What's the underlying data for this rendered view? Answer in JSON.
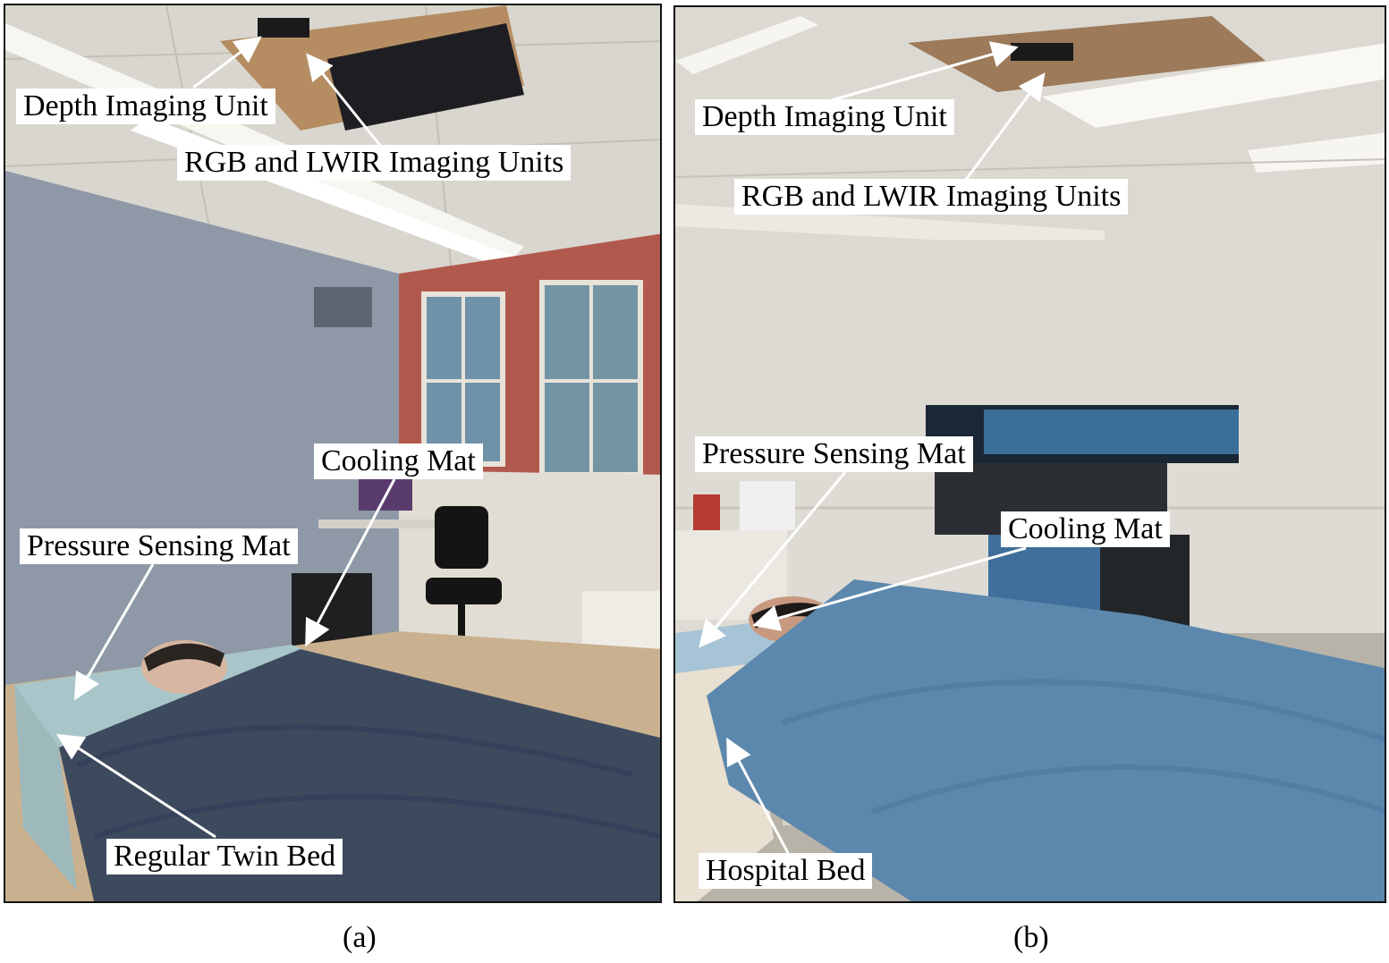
{
  "panels": [
    {
      "id": "a",
      "caption": "(a)",
      "labels": {
        "depth": "Depth Imaging Unit",
        "rgb_lwir": "RGB and LWIR Imaging Units",
        "cooling": "Cooling Mat",
        "pressure": "Pressure Sensing Mat",
        "bed": "Regular Twin Bed"
      }
    },
    {
      "id": "b",
      "caption": "(b)",
      "labels": {
        "depth": "Depth Imaging Unit",
        "rgb_lwir": "RGB and LWIR Imaging Units",
        "pressure": "Pressure Sensing Mat",
        "cooling": "Cooling Mat",
        "bed": "Hospital Bed"
      }
    }
  ],
  "colors": {
    "ceiling": "#d9d6cf",
    "wall_a": "#8e98a6",
    "brick": "#b2594d",
    "floor": "#c9b190",
    "blanket_a": "#3d4a5e",
    "sheet": "#a8c6c9",
    "wall_b": "#dedbd4",
    "blanket_b": "#5d88ad",
    "machine": "#3f6f9a"
  }
}
